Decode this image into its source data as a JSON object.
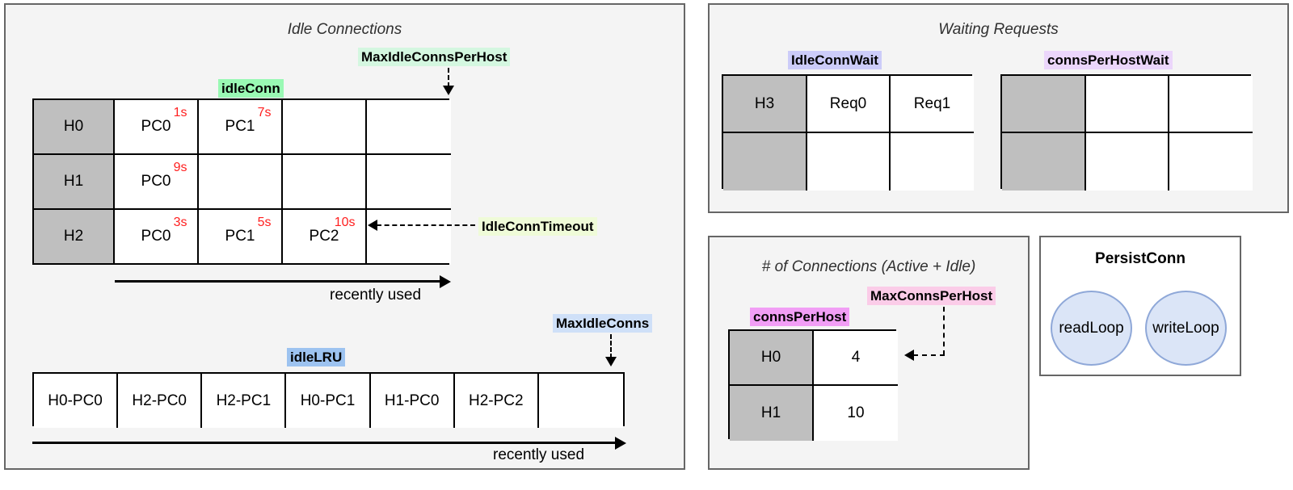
{
  "panels": {
    "idle_connections": {
      "title": "Idle Connections",
      "idle_conn_tag": "idleConn",
      "idle_conn_tag_color": "#99f9b4",
      "max_idle_conns_per_host_tag": "MaxIdleConnsPerHost",
      "max_idle_conns_per_host_color": "#d4f7e0",
      "idle_conn_timeout_tag": "IdleConnTimeout",
      "idle_conn_timeout_color": "#effbd8",
      "idle_lru_tag": "idleLRU",
      "idle_lru_color": "#9dc3f0",
      "max_idle_conns_tag": "MaxIdleConns",
      "max_idle_conns_color": "#cfe0f8",
      "recently_used_top": "recently used",
      "recently_used_bottom": "recently used",
      "idle_conn_rows": [
        {
          "host": "H0",
          "conns": [
            {
              "name": "PC0",
              "age": "1s"
            },
            {
              "name": "PC1",
              "age": "7s"
            },
            null,
            null
          ]
        },
        {
          "host": "H1",
          "conns": [
            {
              "name": "PC0",
              "age": "9s"
            },
            null,
            null,
            null
          ]
        },
        {
          "host": "H2",
          "conns": [
            {
              "name": "PC0",
              "age": "3s"
            },
            {
              "name": "PC1",
              "age": "5s"
            },
            {
              "name": "PC2",
              "age": "10s"
            },
            null
          ]
        }
      ],
      "idle_lru_cells": [
        "H0-PC0",
        "H2-PC0",
        "H2-PC1",
        "H0-PC1",
        "H1-PC0",
        "H2-PC2",
        ""
      ]
    },
    "waiting_requests": {
      "title": "Waiting Requests",
      "idle_conn_wait_tag": "IdleConnWait",
      "idle_conn_wait_color": "#ccccf9",
      "conns_per_host_wait_tag": "connsPerHostWait",
      "conns_per_host_wait_color": "#ebd6fb",
      "idle_conn_wait_rows": [
        {
          "host": "H3",
          "cells": [
            "Req0",
            "Req1"
          ]
        },
        {
          "host": "",
          "cells": [
            "",
            ""
          ]
        }
      ],
      "conns_per_host_wait_rows": [
        {
          "host": "",
          "cells": [
            "",
            ""
          ]
        },
        {
          "host": "",
          "cells": [
            "",
            ""
          ]
        }
      ]
    },
    "num_connections": {
      "title": "# of Connections (Active + Idle)",
      "conns_per_host_tag": "connsPerHost",
      "conns_per_host_color": "#f19ef5",
      "max_conns_per_host_tag": "MaxConnsPerHost",
      "max_conns_per_host_color": "#fbcce8",
      "rows": [
        {
          "host": "H0",
          "count": "4"
        },
        {
          "host": "H1",
          "count": "10"
        }
      ]
    },
    "persist_conn": {
      "title": "PersistConn",
      "loops": [
        "readLoop",
        "writeLoop"
      ],
      "loop_fill": "#dbe5f7",
      "loop_stroke": "#8fa8d8"
    }
  }
}
